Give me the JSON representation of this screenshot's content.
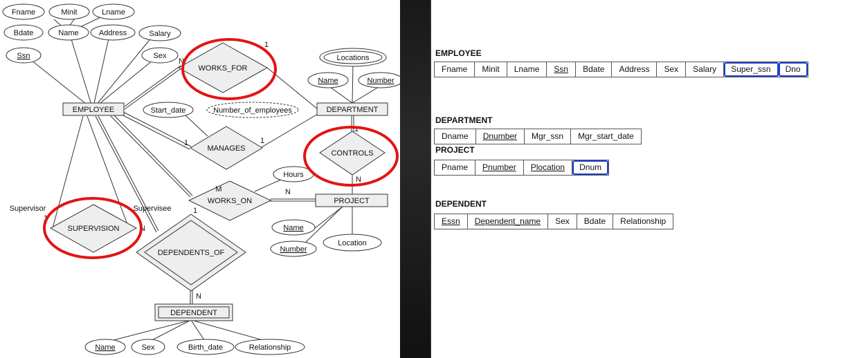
{
  "er": {
    "entities": {
      "employee": "EMPLOYEE",
      "department": "DEPARTMENT",
      "project": "PROJECT",
      "dependent": "DEPENDENT"
    },
    "relationships": {
      "works_for": "WORKS_FOR",
      "manages": "MANAGES",
      "controls": "CONTROLS",
      "works_on": "WORKS_ON",
      "supervision": "SUPERVISION",
      "dependents_of": "DEPENDENTS_OF"
    },
    "attributes": {
      "fname": "Fname",
      "minit": "Minit",
      "lname": "Lname",
      "bdate": "Bdate",
      "name": "Name",
      "address": "Address",
      "salary": "Salary",
      "ssn": "Ssn",
      "sex": "Sex",
      "locations": "Locations",
      "dept_name": "Name",
      "dept_number": "Number",
      "start_date": "Start_date",
      "number_of_employees": "Number_of_employees",
      "hours": "Hours",
      "proj_name": "Name",
      "proj_number": "Number",
      "location": "Location",
      "dep_name": "Name",
      "dep_sex": "Sex",
      "birth_date": "Birth_date",
      "relationship": "Relationship"
    },
    "cardinalities": {
      "wf_n": "N",
      "wf_1": "1",
      "mg_1a": "1",
      "mg_1b": "1",
      "ct_1": "1",
      "ct_n": "N",
      "wo_m": "M",
      "wo_n": "N",
      "sup_1": "1",
      "sup_n": "N",
      "do_1": "1",
      "do_n": "N"
    },
    "roles": {
      "supervisor": "Supervisor",
      "supervisee": "Supervisee"
    },
    "highlight_color": "#e31414"
  },
  "relations": [
    {
      "name": "EMPLOYEE",
      "columns": [
        {
          "label": "Fname",
          "pk": false,
          "fk": false
        },
        {
          "label": "Minit",
          "pk": false,
          "fk": false
        },
        {
          "label": "Lname",
          "pk": false,
          "fk": false
        },
        {
          "label": "Ssn",
          "pk": true,
          "fk": false
        },
        {
          "label": "Bdate",
          "pk": false,
          "fk": false
        },
        {
          "label": "Address",
          "pk": false,
          "fk": false
        },
        {
          "label": "Sex",
          "pk": false,
          "fk": false
        },
        {
          "label": "Salary",
          "pk": false,
          "fk": false
        },
        {
          "label": "Super_ssn",
          "pk": false,
          "fk": true
        },
        {
          "label": "Dno",
          "pk": false,
          "fk": true
        }
      ]
    },
    {
      "name": "DEPARTMENT",
      "columns": [
        {
          "label": "Dname",
          "pk": false,
          "fk": false
        },
        {
          "label": "Dnumber",
          "pk": true,
          "fk": false
        },
        {
          "label": "Mgr_ssn",
          "pk": false,
          "fk": false
        },
        {
          "label": "Mgr_start_date",
          "pk": false,
          "fk": false
        }
      ]
    },
    {
      "name": "PROJECT",
      "columns": [
        {
          "label": "Pname",
          "pk": false,
          "fk": false
        },
        {
          "label": "Pnumber",
          "pk": true,
          "fk": false
        },
        {
          "label": "Plocation",
          "pk": true,
          "fk": false
        },
        {
          "label": "Dnum",
          "pk": false,
          "fk": true
        }
      ]
    },
    {
      "name": "DEPENDENT",
      "columns": [
        {
          "label": "Essn",
          "pk": true,
          "fk": false
        },
        {
          "label": "Dependent_name",
          "pk": true,
          "fk": false
        },
        {
          "label": "Sex",
          "pk": false,
          "fk": false
        },
        {
          "label": "Bdate",
          "pk": false,
          "fk": false
        },
        {
          "label": "Relationship",
          "pk": false,
          "fk": false
        }
      ]
    }
  ],
  "fk_color": "#1f3fd1"
}
